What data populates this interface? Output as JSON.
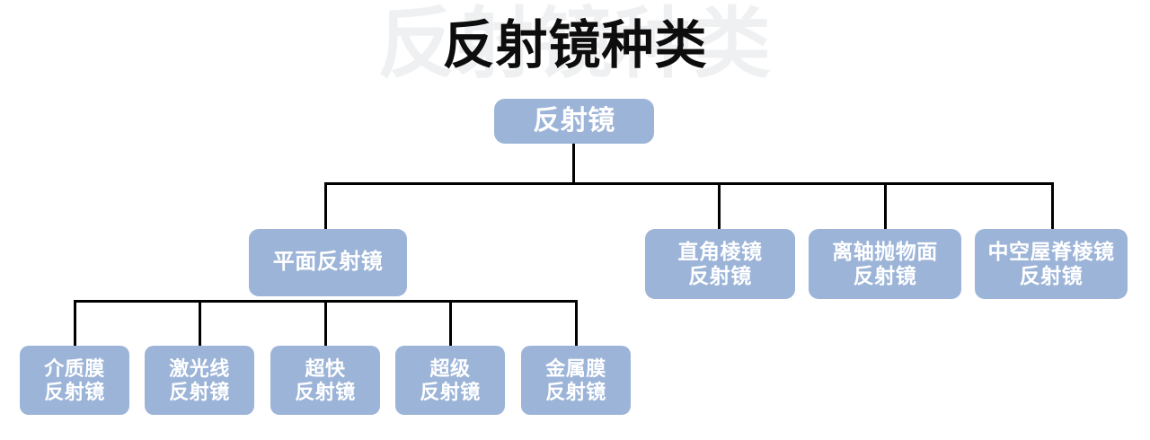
{
  "title": {
    "text": "反射镜种类",
    "watermark": "反射镜种类"
  },
  "colors": {
    "node_fill": "#9cb4d8",
    "node_text": "#ffffff",
    "connector": "#000000",
    "title_text": "#0d0d0d",
    "title_watermark": "#eff0f1",
    "background": "#ffffff"
  },
  "tree": {
    "root": {
      "label": "反射镜"
    },
    "level2": [
      {
        "label": "平面反射镜"
      },
      {
        "label": "直角棱镜\n反射镜"
      },
      {
        "label": "离轴抛物面\n反射镜"
      },
      {
        "label": "中空屋脊棱镜\n反射镜"
      }
    ],
    "leaves": [
      {
        "label": "介质膜\n反射镜"
      },
      {
        "label": "激光线\n反射镜"
      },
      {
        "label": "超快\n反射镜"
      },
      {
        "label": "超级\n反射镜"
      },
      {
        "label": "金属膜\n反射镜"
      }
    ]
  }
}
